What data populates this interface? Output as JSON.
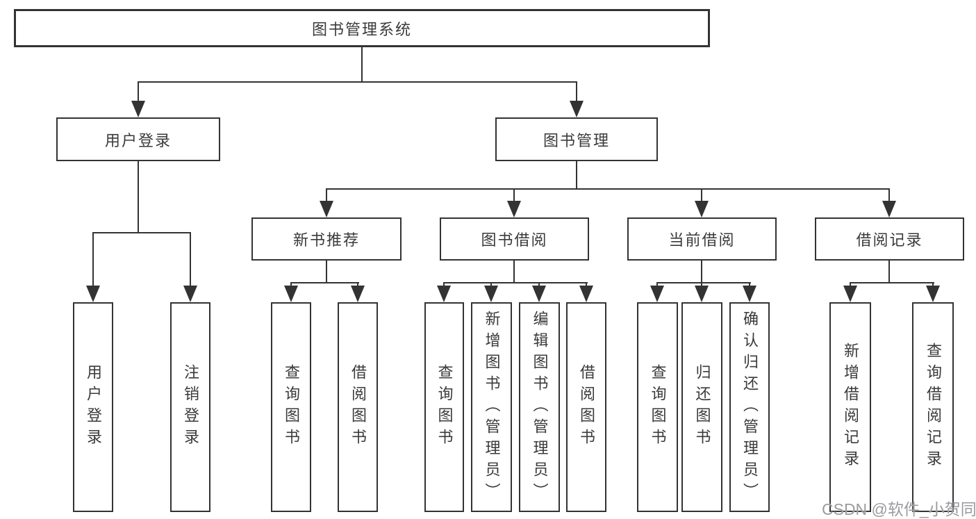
{
  "diagram": {
    "root": {
      "label": "图书管理系统"
    },
    "level2": [
      {
        "label": "用户登录"
      },
      {
        "label": "图书管理"
      }
    ],
    "level3": [
      {
        "label": "新书推荐"
      },
      {
        "label": "图书借阅"
      },
      {
        "label": "当前借阅"
      },
      {
        "label": "借阅记录"
      }
    ],
    "leaves": [
      {
        "label": "用户登录"
      },
      {
        "label": "注销登录"
      },
      {
        "label": "查询图书"
      },
      {
        "label": "借阅图书"
      },
      {
        "label": "查询图书"
      },
      {
        "label": "新增图书（管理员）"
      },
      {
        "label": "编辑图书（管理员）"
      },
      {
        "label": "借阅图书"
      },
      {
        "label": "查询图书"
      },
      {
        "label": "归还图书"
      },
      {
        "label": "确认归还（管理员）"
      },
      {
        "label": "新增借阅记录"
      },
      {
        "label": "查询借阅记录"
      }
    ]
  },
  "watermark": {
    "text": "CSDN @软件_小贺同学"
  },
  "colors": {
    "line": "#333333",
    "text": "#3a3a3a",
    "background": "#ffffff",
    "watermark": "#9b9ba0"
  }
}
